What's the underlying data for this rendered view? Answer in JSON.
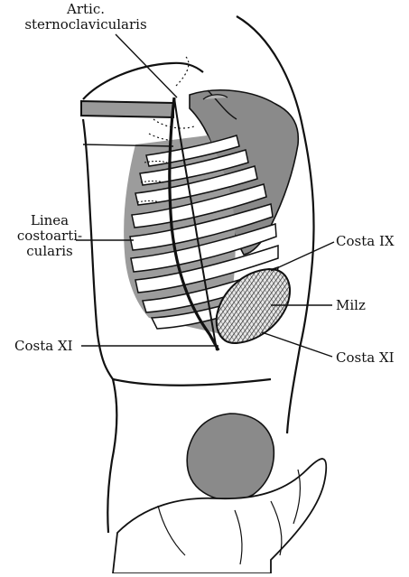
{
  "figure": {
    "labels": {
      "artic": [
        "Artic.",
        "sternoclavicularis"
      ],
      "linea": [
        "Linea",
        "costoarti-",
        "cularis"
      ],
      "costa_ix": "Costa IX",
      "milz": "Milz",
      "costa_xi_left": "Costa XI",
      "costa_xi_right": "Costa XI"
    },
    "colors": {
      "ink": "#111111",
      "shade": "#8a8a8a",
      "shade_light": "#b4b4b4",
      "paper": "#ffffff"
    }
  }
}
